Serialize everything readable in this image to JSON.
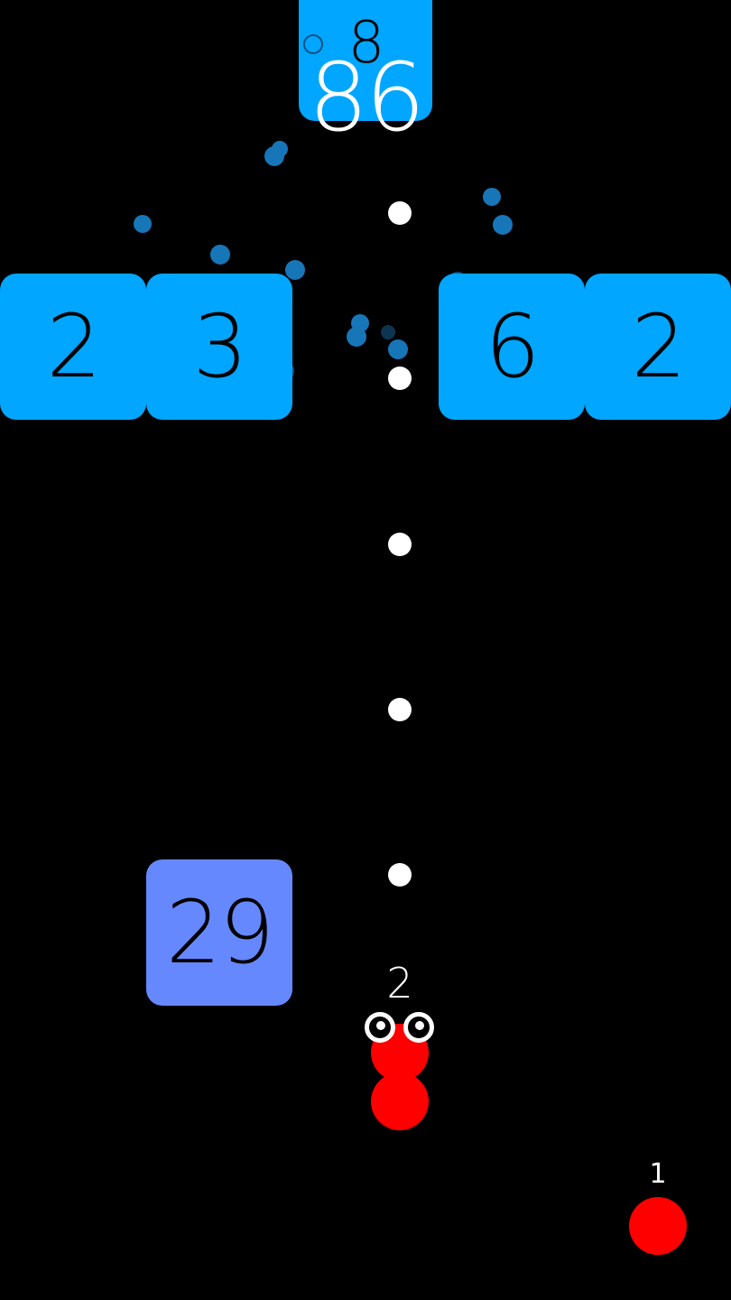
{
  "game": {
    "score": "86",
    "colors": {
      "background": "#000000",
      "block_blue": "#00a6ff",
      "block_violet": "#6688ff",
      "snake": "#ff0000",
      "dot": "#ffffff"
    }
  },
  "blocks": {
    "top_partial": "8",
    "row": [
      "2",
      "3",
      "6",
      "2"
    ],
    "lower": "29"
  },
  "snake": {
    "length": "2"
  },
  "food": {
    "value": "1"
  }
}
